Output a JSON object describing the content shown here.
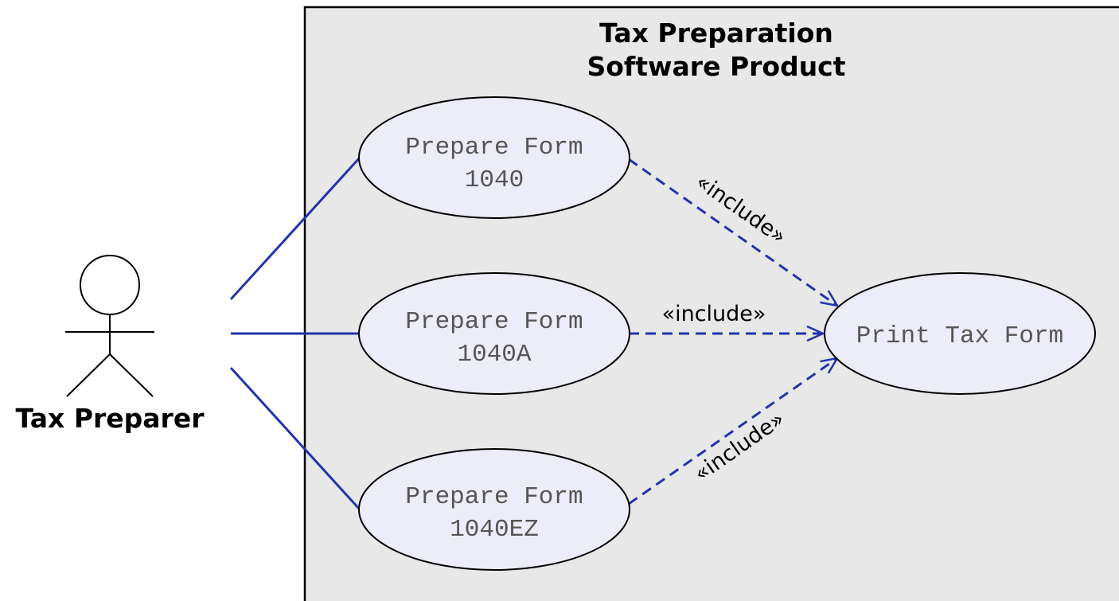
{
  "system": {
    "title_line1": "Tax Preparation",
    "title_line2": "Software Product"
  },
  "actor": {
    "name": "Tax Preparer"
  },
  "use_cases": [
    {
      "line1": "Prepare Form",
      "line2": "1040"
    },
    {
      "line1": "Prepare Form",
      "line2": "1040A"
    },
    {
      "line1": "Prepare Form",
      "line2": "1040EZ"
    },
    {
      "line1": "Print Tax Form"
    }
  ],
  "relations": {
    "include_label": "«include»"
  },
  "colors": {
    "system_fill": "#e8e8e8",
    "use_case_fill": "#ededf9",
    "association_line": "#2233aa",
    "include_line": "#2233aa"
  }
}
